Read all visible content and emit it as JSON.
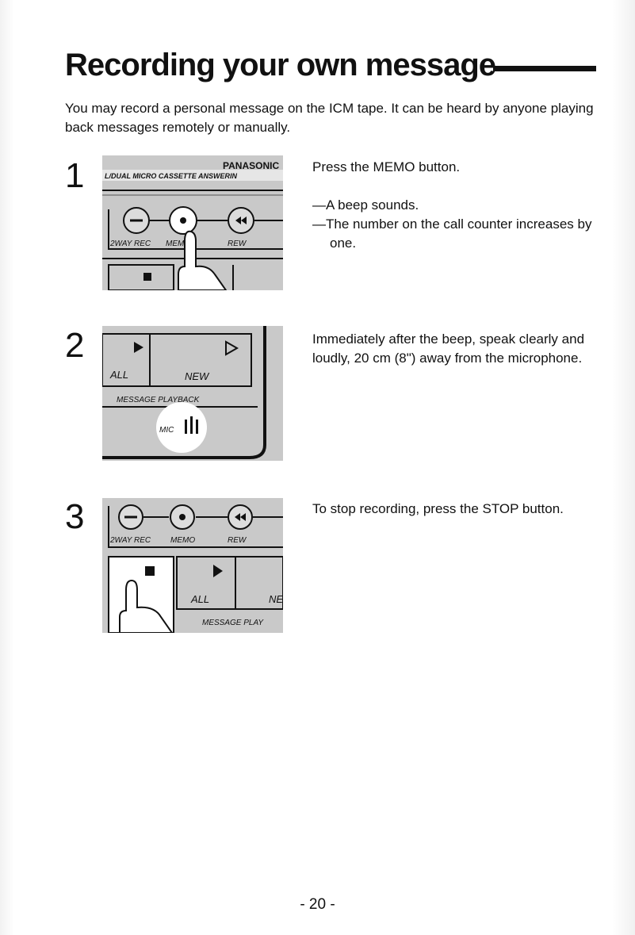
{
  "page": {
    "title": "Recording your own message",
    "intro": "You may record a personal message on the ICM tape. It can be heard by anyone playing back messages remotely or manually.",
    "page_number": "- 20 -"
  },
  "steps": [
    {
      "number": "1",
      "instruction": "Press the MEMO button.",
      "results": [
        "—A beep sounds.",
        "—The number on the call counter increases by one."
      ],
      "illustration": {
        "top_label": "L/DUAL MICRO CASSETTE ANSWERIN",
        "brand": "PANASONIC",
        "buttons": [
          "2WAY REC",
          "MEMO",
          "REW"
        ]
      }
    },
    {
      "number": "2",
      "instruction": "Immediately after the beep, speak clearly and loudly, 20 cm (8\") away from the microphone.",
      "results": [],
      "illustration": {
        "buttons": [
          "ALL",
          "NEW"
        ],
        "panel_label": "MESSAGE PLAYBACK",
        "mic_label": "MIC"
      }
    },
    {
      "number": "3",
      "instruction": "To stop recording, press the STOP button.",
      "results": [],
      "illustration": {
        "buttons": [
          "2WAY REC",
          "MEMO",
          "REW"
        ],
        "lower_buttons": [
          "ALL",
          "NE"
        ],
        "panel_label": "MESSAGE PLAY"
      }
    }
  ],
  "colors": {
    "text": "#111111",
    "illustration_bg": "#c9c9c9",
    "panel_dark": "#1a1a1a",
    "highlight": "#ffffff"
  }
}
